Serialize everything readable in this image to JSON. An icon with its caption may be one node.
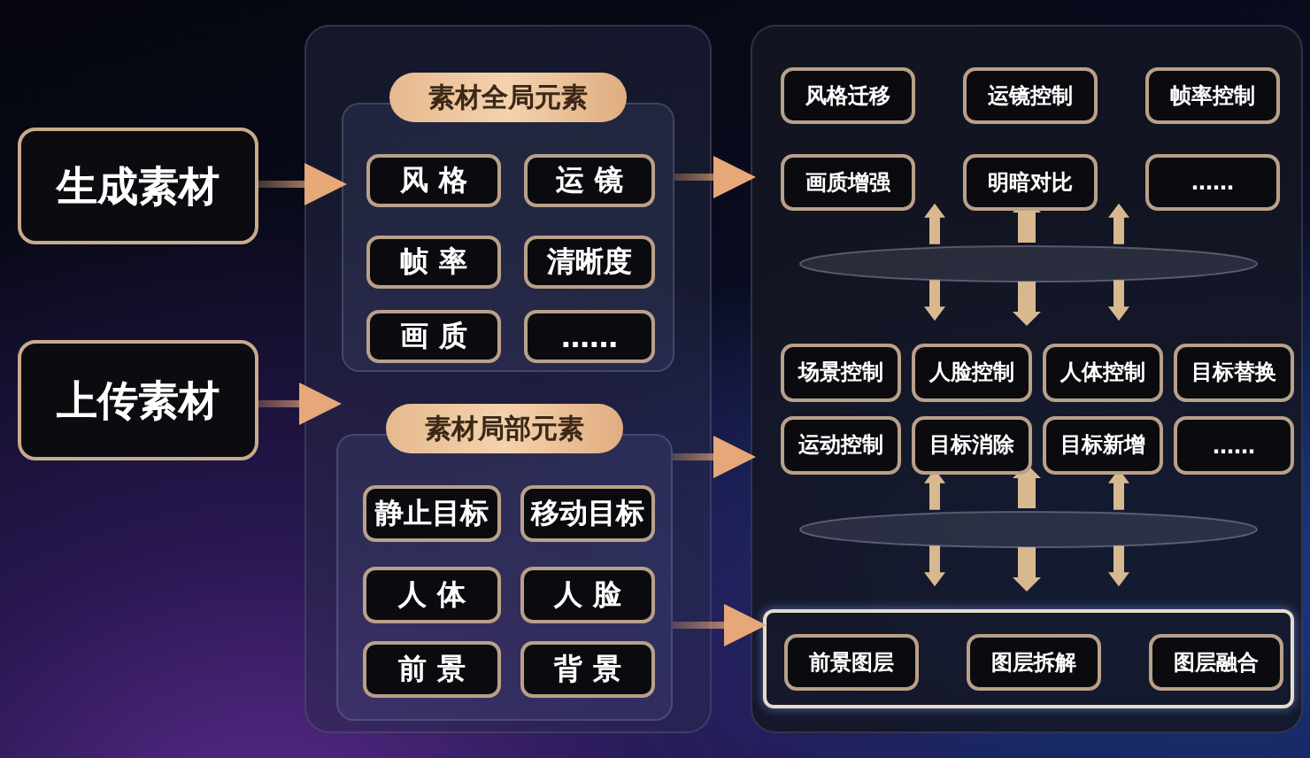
{
  "diagram": {
    "nodes": [
      {
        "text": [
          "生成素材"
        ]
      },
      {
        "text": [
          "上传素材"
        ]
      },
      {
        "text": [
          "素材全局元素"
        ]
      },
      {
        "text": [
          "风 格"
        ],
        "in": 2
      },
      {
        "text": [
          "运 镜"
        ],
        "in": 2
      },
      {
        "text": [
          "帧 率"
        ],
        "in": 2
      },
      {
        "text": [
          "清晰度"
        ],
        "in": 2
      },
      {
        "text": [
          "画 质"
        ],
        "in": 2
      },
      {
        "text": [
          "……"
        ],
        "in": 2
      },
      {
        "text": [
          "素材局部元素"
        ]
      },
      {
        "text": [
          "静止目标"
        ],
        "in": 9
      },
      {
        "text": [
          "移动目标"
        ],
        "in": 9
      },
      {
        "text": [
          "人 体"
        ],
        "in": 9
      },
      {
        "text": [
          "人 脸"
        ],
        "in": 9
      },
      {
        "text": [
          "前 景"
        ],
        "in": 9
      },
      {
        "text": [
          "背 景"
        ],
        "in": 9
      },
      {
        "text": [],
        "shape": "box"
      },
      {
        "text": [
          "风格迁移"
        ],
        "in": 16
      },
      {
        "text": [
          "运镜控制"
        ],
        "in": 16
      },
      {
        "text": [
          "帧率控制"
        ],
        "in": 16
      },
      {
        "text": [
          "画质增强"
        ],
        "in": 16
      },
      {
        "text": [
          "明暗对比"
        ],
        "in": 16
      },
      {
        "text": [
          "……"
        ],
        "in": 16
      },
      {
        "text": [],
        "shape": "ellipse",
        "in": 16
      },
      {
        "text": [
          "场景控制"
        ],
        "in": 16
      },
      {
        "text": [
          "人脸控制"
        ],
        "in": 16
      },
      {
        "text": [
          "人体控制"
        ],
        "in": 16
      },
      {
        "text": [
          "目标替换"
        ],
        "in": 16
      },
      {
        "text": [
          "运动控制"
        ],
        "in": 16
      },
      {
        "text": [
          "目标消除"
        ],
        "in": 16
      },
      {
        "text": [
          "目标新增"
        ],
        "in": 16
      },
      {
        "text": [
          "……"
        ],
        "in": 16
      },
      {
        "text": [],
        "shape": "ellipse",
        "in": 16
      },
      {
        "text": [],
        "shape": "box",
        "in": 16
      },
      {
        "text": [
          "前景图层"
        ],
        "in": 33
      },
      {
        "text": [
          "图层拆解"
        ],
        "in": 33
      },
      {
        "text": [
          "图层融合"
        ],
        "in": 33
      }
    ],
    "edges": [
      {
        "from": 0,
        "to": 2,
        "arrow": "to"
      },
      {
        "from": 1,
        "to": 9,
        "arrow": "to"
      },
      {
        "from": 2,
        "to": 16,
        "arrow": "to"
      },
      {
        "from": 9,
        "to": 16,
        "arrow": "to"
      },
      {
        "from": 9,
        "to": 33,
        "arrow": "to"
      },
      {
        "from": 23,
        "to": null,
        "arrow": "to"
      },
      {
        "from": 23,
        "to": null,
        "arrow": "to"
      },
      {
        "from": 23,
        "to": null,
        "arrow": "to"
      },
      {
        "from": 23,
        "to": null,
        "arrow": "to"
      },
      {
        "from": 23,
        "to": null,
        "arrow": "to"
      },
      {
        "from": 23,
        "to": null,
        "arrow": "to"
      },
      {
        "from": 32,
        "to": null,
        "arrow": "to"
      },
      {
        "from": 32,
        "to": null,
        "arrow": "to"
      },
      {
        "from": 32,
        "to": null,
        "arrow": "to"
      },
      {
        "from": 32,
        "to": null,
        "arrow": "to"
      },
      {
        "from": 32,
        "to": null,
        "arrow": "to"
      },
      {
        "from": 32,
        "to": null,
        "arrow": "to"
      }
    ]
  }
}
